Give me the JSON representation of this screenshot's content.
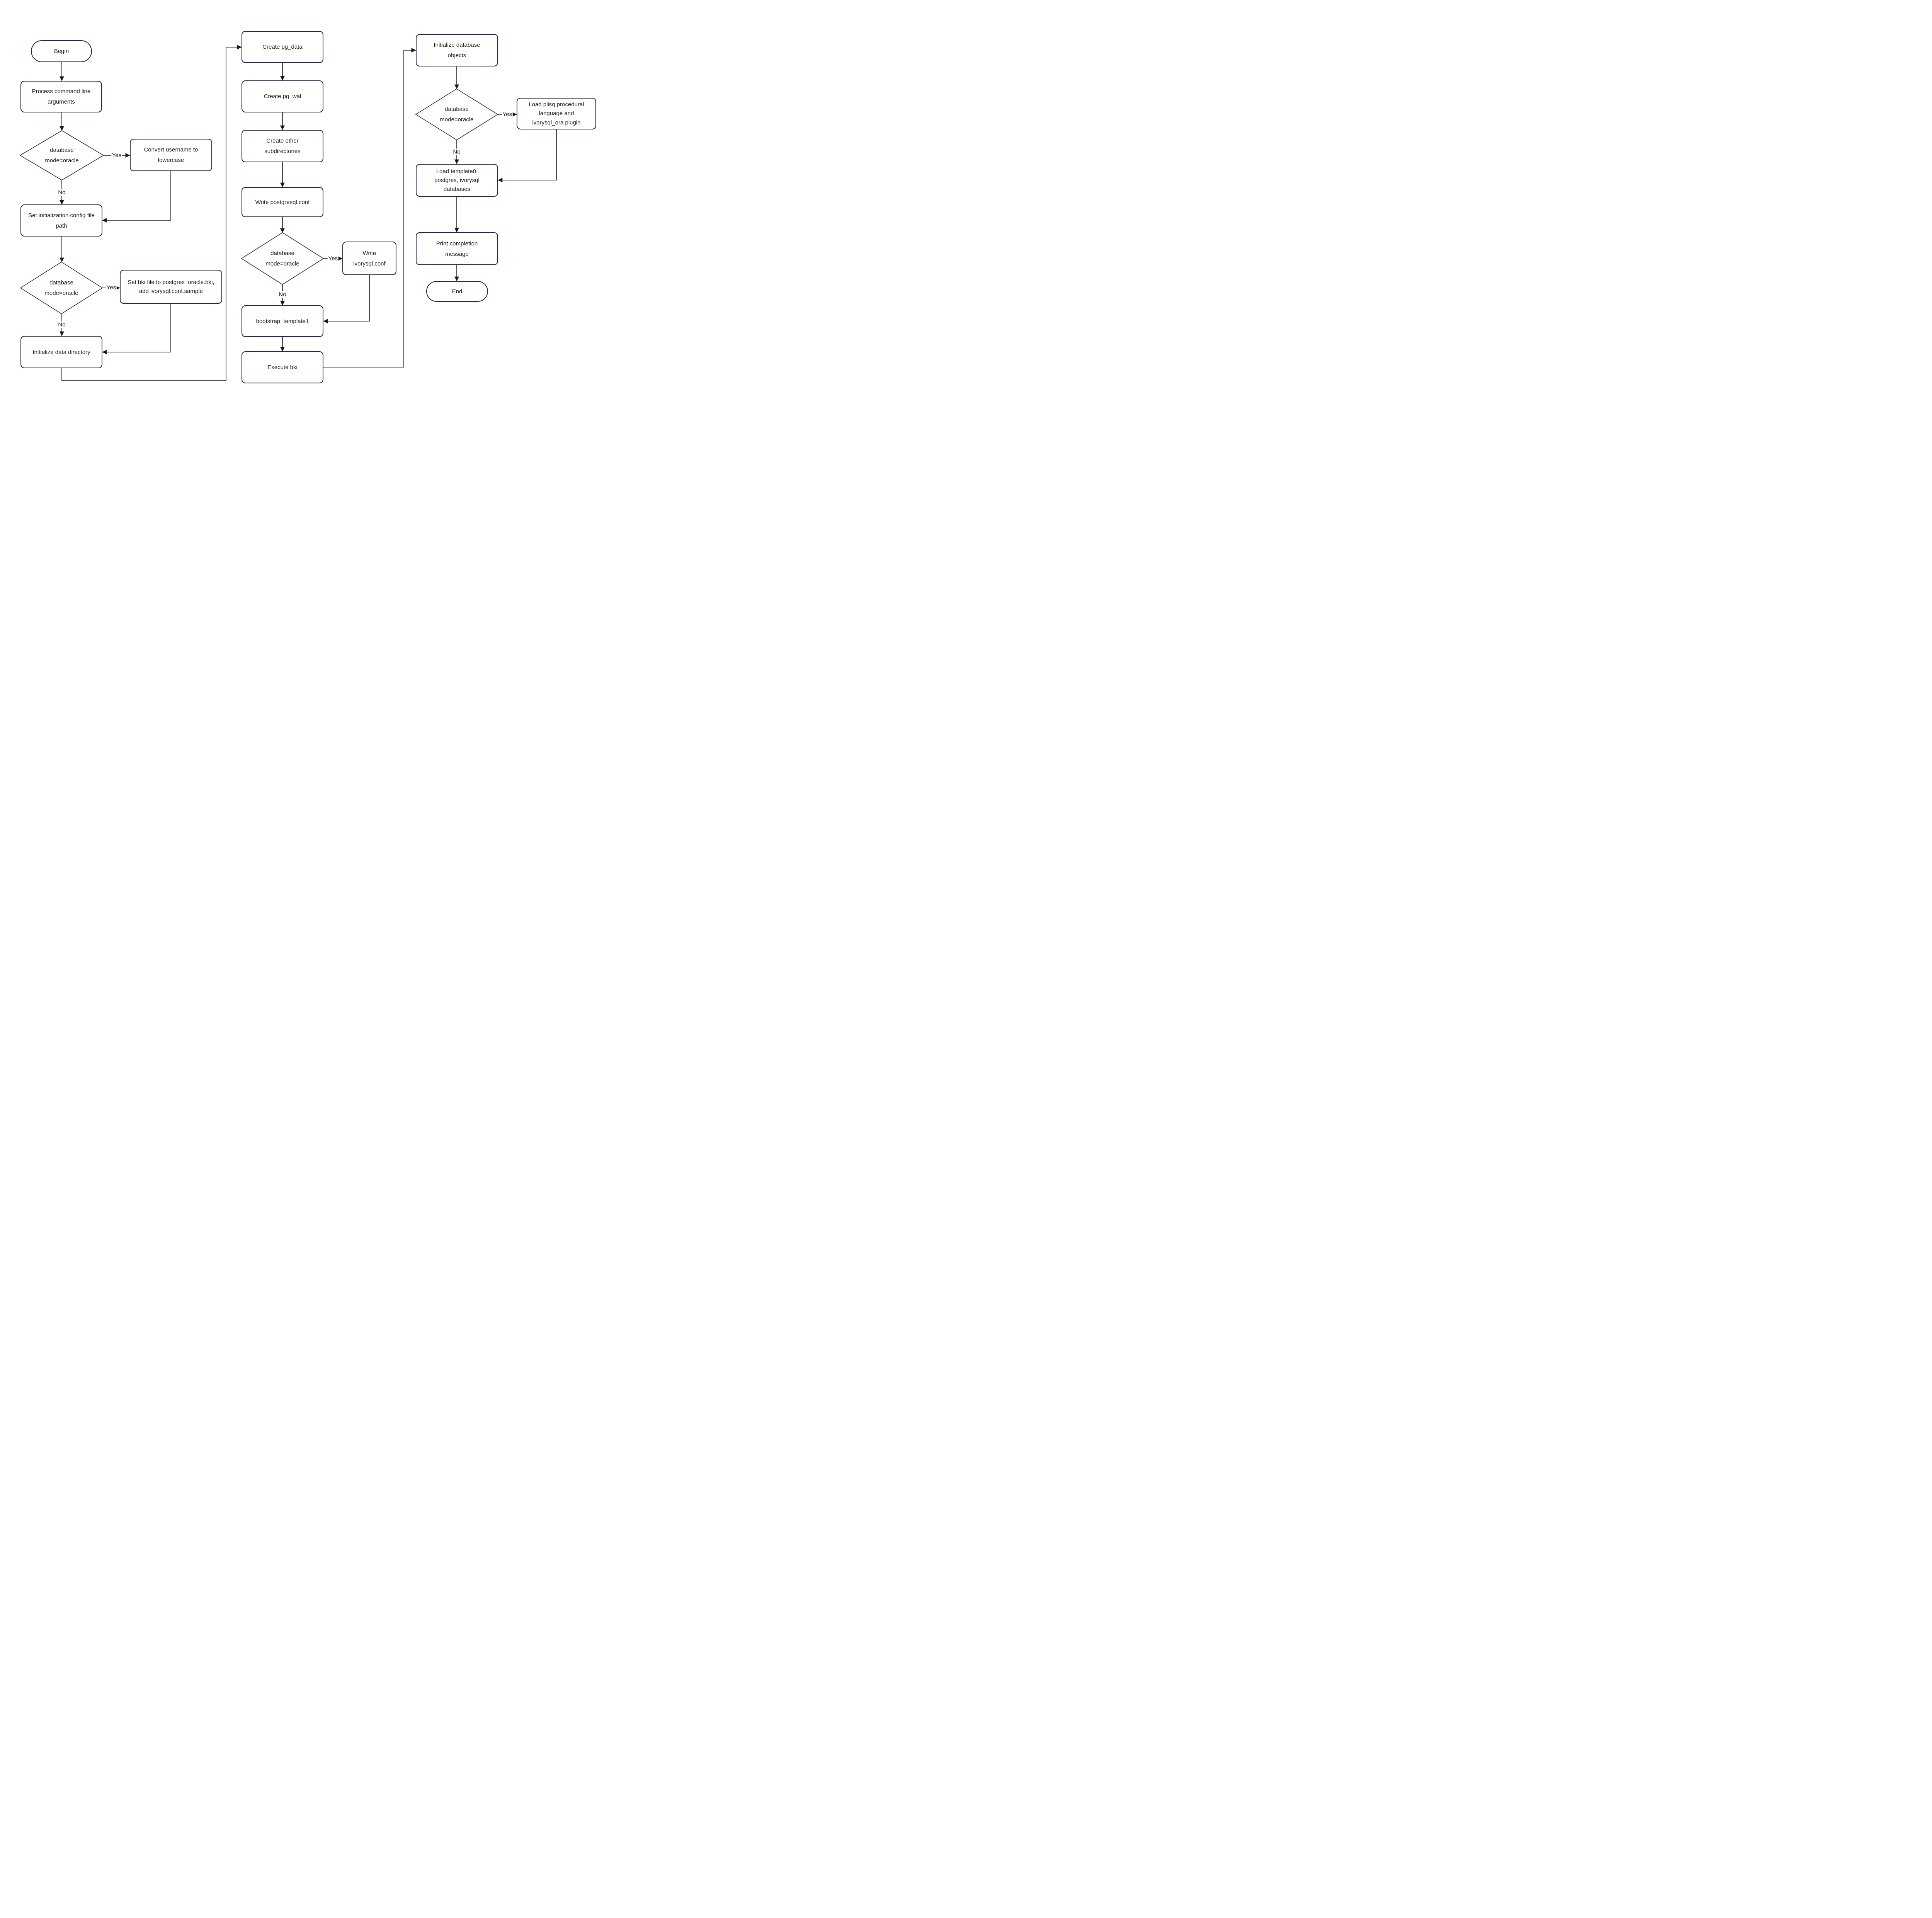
{
  "diagram": {
    "type": "flowchart",
    "colors": {
      "node_border": "#1d2a52",
      "edge_color": "#191919",
      "text_color": "#1c1c1c",
      "canvas_bg": "#ffffff"
    },
    "nodes": {
      "begin": {
        "type": "terminator",
        "label": "Begin"
      },
      "process_args": {
        "type": "process",
        "label": "Process command line arguments"
      },
      "decision_oracle_1": {
        "type": "decision",
        "label": "database mode=oracle"
      },
      "convert_username": {
        "type": "process",
        "label": "Convert username to lowercase"
      },
      "set_init_config": {
        "type": "process",
        "label": "Set initialization config file path"
      },
      "decision_oracle_2": {
        "type": "decision",
        "label": "database mode=oracle"
      },
      "set_bki_file": {
        "type": "process",
        "label": "Set bki file to postgres_oracle.bki, add ivorysql.conf.sample"
      },
      "init_data_dir": {
        "type": "process",
        "label": "Initialize data directory"
      },
      "create_pg_data": {
        "type": "process",
        "label": "Create pg_data"
      },
      "create_pg_wal": {
        "type": "process",
        "label": "Create pg_wal"
      },
      "create_other_subdirs": {
        "type": "process",
        "label": "Create other subdirectories"
      },
      "write_postgresql_conf": {
        "type": "process",
        "label": "Write postgresql.conf"
      },
      "decision_oracle_3": {
        "type": "decision",
        "label": "database mode=oracle"
      },
      "write_ivorysql_conf": {
        "type": "process",
        "label": "Write ivorysql.conf"
      },
      "bootstrap_template1": {
        "type": "process",
        "label": "bootstrap_template1"
      },
      "execute_bki": {
        "type": "process",
        "label": "Execute bki"
      },
      "init_db_objects": {
        "type": "process",
        "label": "Initialize database objects"
      },
      "decision_oracle_4": {
        "type": "decision",
        "label": "database mode=oracle"
      },
      "load_plisq_plugin": {
        "type": "process",
        "label": "Load plisq procedural language and ivorysql_ora plugin"
      },
      "load_template_dbs": {
        "type": "process",
        "label": "Load template0, postgres, ivorysql databases"
      },
      "print_completion": {
        "type": "process",
        "label": "Print completion message"
      },
      "end": {
        "type": "terminator",
        "label": "End"
      }
    },
    "edges": [
      {
        "from": "begin",
        "to": "process_args",
        "label": ""
      },
      {
        "from": "process_args",
        "to": "decision_oracle_1",
        "label": ""
      },
      {
        "from": "decision_oracle_1",
        "to": "convert_username",
        "label": "Yes"
      },
      {
        "from": "decision_oracle_1",
        "to": "set_init_config",
        "label": "No"
      },
      {
        "from": "convert_username",
        "to": "set_init_config",
        "label": ""
      },
      {
        "from": "set_init_config",
        "to": "decision_oracle_2",
        "label": ""
      },
      {
        "from": "decision_oracle_2",
        "to": "set_bki_file",
        "label": "Yes"
      },
      {
        "from": "decision_oracle_2",
        "to": "init_data_dir",
        "label": "No"
      },
      {
        "from": "set_bki_file",
        "to": "init_data_dir",
        "label": ""
      },
      {
        "from": "init_data_dir",
        "to": "create_pg_data",
        "label": ""
      },
      {
        "from": "create_pg_data",
        "to": "create_pg_wal",
        "label": ""
      },
      {
        "from": "create_pg_wal",
        "to": "create_other_subdirs",
        "label": ""
      },
      {
        "from": "create_other_subdirs",
        "to": "write_postgresql_conf",
        "label": ""
      },
      {
        "from": "write_postgresql_conf",
        "to": "decision_oracle_3",
        "label": ""
      },
      {
        "from": "decision_oracle_3",
        "to": "write_ivorysql_conf",
        "label": "Yes"
      },
      {
        "from": "decision_oracle_3",
        "to": "bootstrap_template1",
        "label": "No"
      },
      {
        "from": "write_ivorysql_conf",
        "to": "bootstrap_template1",
        "label": ""
      },
      {
        "from": "bootstrap_template1",
        "to": "execute_bki",
        "label": ""
      },
      {
        "from": "execute_bki",
        "to": "init_db_objects",
        "label": ""
      },
      {
        "from": "init_db_objects",
        "to": "decision_oracle_4",
        "label": ""
      },
      {
        "from": "decision_oracle_4",
        "to": "load_plisq_plugin",
        "label": "Yes"
      },
      {
        "from": "decision_oracle_4",
        "to": "load_template_dbs",
        "label": "No"
      },
      {
        "from": "load_plisq_plugin",
        "to": "load_template_dbs",
        "label": ""
      },
      {
        "from": "load_template_dbs",
        "to": "print_completion",
        "label": ""
      },
      {
        "from": "print_completion",
        "to": "end",
        "label": ""
      }
    ]
  }
}
